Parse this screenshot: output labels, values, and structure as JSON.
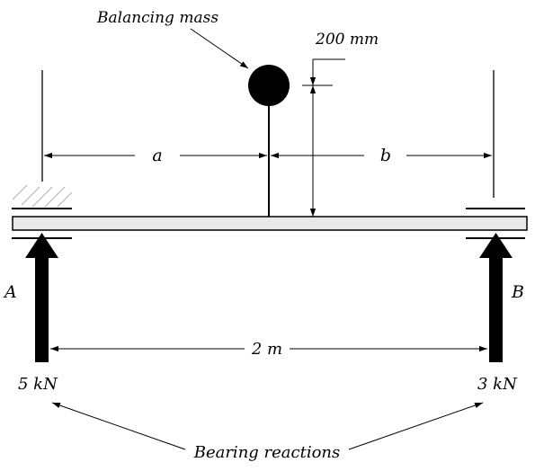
{
  "labels": {
    "balancing_mass": "Balancing mass",
    "radius_dim": "200 mm",
    "dim_a": "a",
    "dim_b": "b",
    "support_a": "A",
    "support_b": "B",
    "span": "2 m",
    "reaction_a": "5 kN",
    "reaction_b": "3 kN",
    "bearing_reactions": "Bearing reactions"
  },
  "colors": {
    "beam_fill": "#e8e8e8",
    "ink": "#000000",
    "hatch": "#b0b0b0"
  }
}
